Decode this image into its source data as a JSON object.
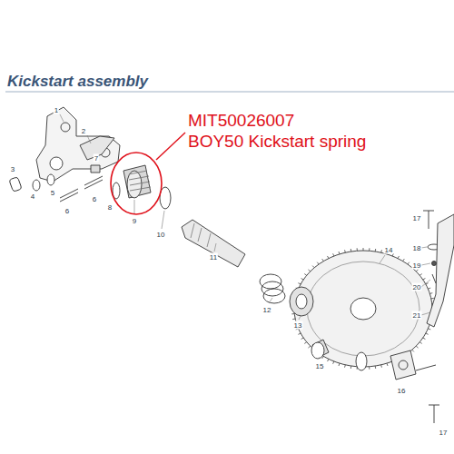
{
  "diagram": {
    "title": "Kickstart assembly",
    "labels": [
      "MIT50026007",
      "BOY50 Kickstart spring",
      "1",
      "2",
      "3",
      "4",
      "5",
      "6",
      "6",
      "7",
      "8",
      "9",
      "10",
      "11",
      "12",
      "13",
      "14",
      "15",
      "16",
      "17",
      "17",
      "18",
      "19",
      "20",
      "21"
    ]
  }
}
